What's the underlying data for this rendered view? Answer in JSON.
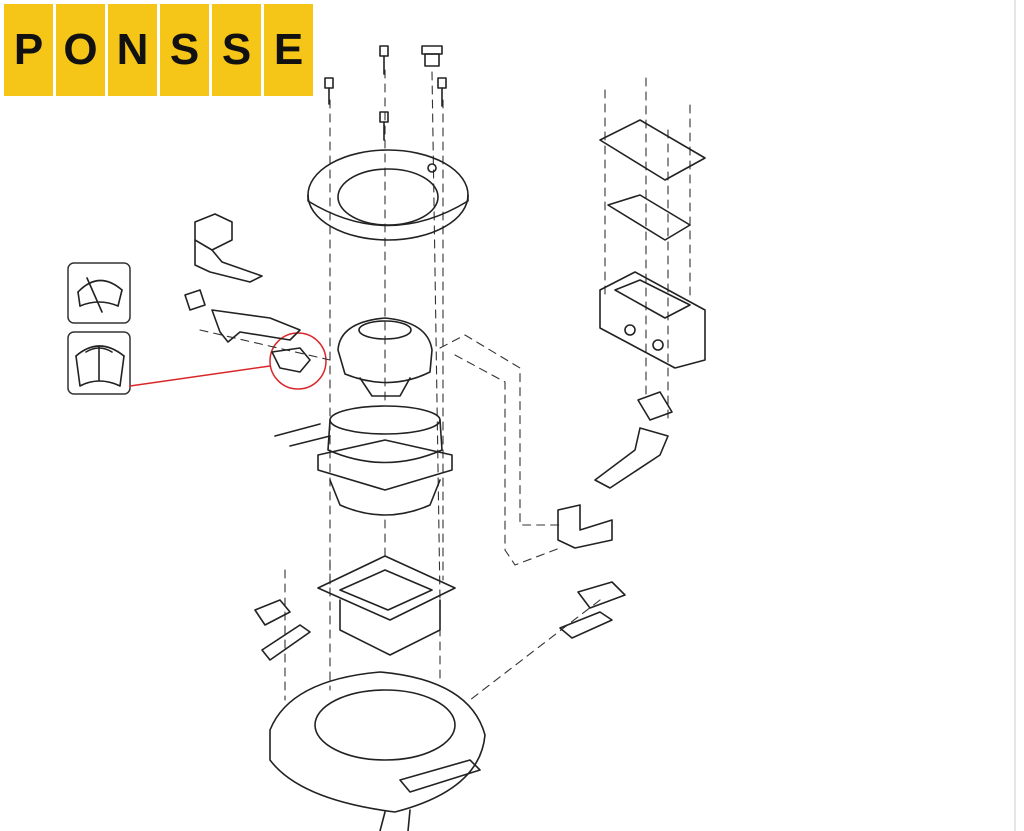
{
  "logo": {
    "letters": [
      "P",
      "O",
      "N",
      "S",
      "S",
      "E"
    ],
    "color": "#f5c518"
  },
  "callout": {
    "color": "#d9262a"
  },
  "icons": [
    "gauge-icon",
    "dual-gauge-icon"
  ]
}
